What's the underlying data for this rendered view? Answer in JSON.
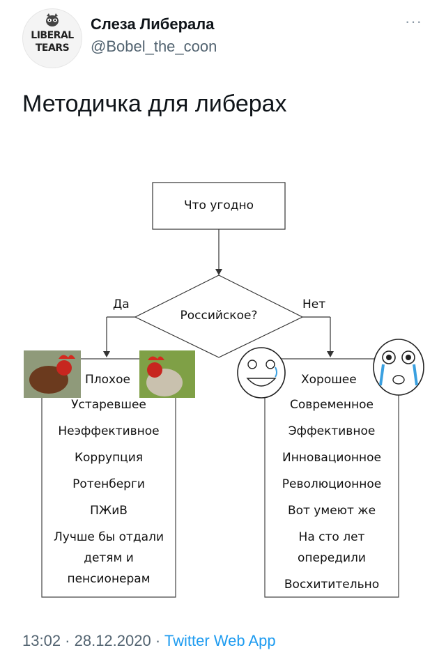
{
  "tweet": {
    "display_name": "Слеза Либерала",
    "handle": "@Bobel_the_coon",
    "more_icon": "more-dots-icon",
    "text": "Методичка для либерах",
    "timestamp": "13:02 · 28.12.2020 · ",
    "source": "Twitter Web App",
    "avatar": {
      "line1": "LIBERAL",
      "line2": "TEARS"
    }
  },
  "diagram": {
    "start": "Что угодно",
    "decision": "Российское?",
    "yes_label": "Да",
    "no_label": "Нет",
    "left": {
      "header": "Плохое",
      "items": [
        "Устаревшее",
        "Неэффективное",
        "Коррупция",
        "Ротенберги",
        "ПЖиВ",
        "Лучше бы отдали",
        "детям и",
        "пенсионерам"
      ]
    },
    "right": {
      "header": "Хорошее",
      "items": [
        "Современное",
        "Эффективное",
        "Инновационное",
        "Революционное",
        "Вот умеют же",
        "На сто лет",
        "опередили",
        "Восхитительно"
      ]
    }
  }
}
